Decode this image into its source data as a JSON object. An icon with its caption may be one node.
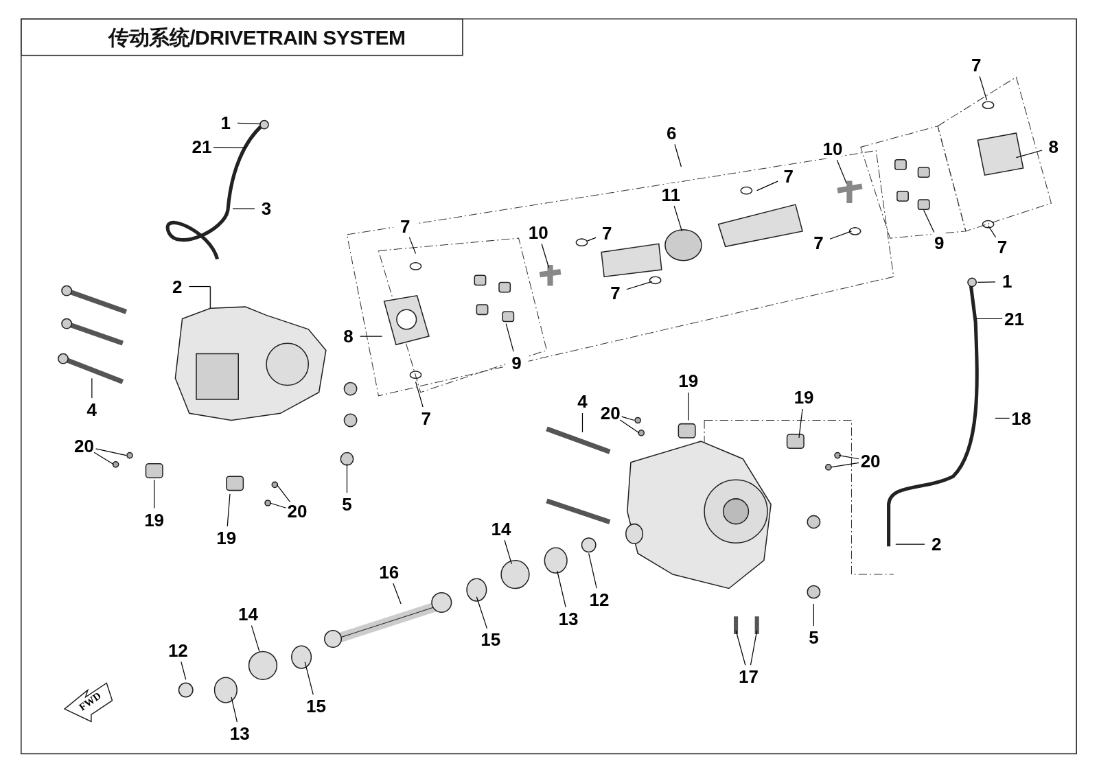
{
  "diagram": {
    "title": "传动系统/DRIVETRAIN SYSTEM",
    "nodes": [
      {
        "text": [
          "1"
        ]
      },
      {
        "text": [
          "21"
        ]
      },
      {
        "text": [
          "3"
        ]
      },
      {
        "text": [
          "2"
        ]
      },
      {
        "text": [
          "4"
        ]
      },
      {
        "text": [
          "20"
        ]
      },
      {
        "text": [
          "19"
        ]
      },
      {
        "text": [
          "19"
        ]
      },
      {
        "text": [
          "20"
        ]
      },
      {
        "text": [
          "5"
        ]
      },
      {
        "text": [
          "7"
        ]
      },
      {
        "text": [
          "8"
        ]
      },
      {
        "text": [
          "7"
        ]
      },
      {
        "text": [
          "9"
        ]
      },
      {
        "text": [
          "10"
        ]
      },
      {
        "text": [
          "7"
        ]
      },
      {
        "text": [
          "7"
        ]
      },
      {
        "text": [
          "11"
        ]
      },
      {
        "text": [
          "6"
        ]
      },
      {
        "text": [
          "7"
        ]
      },
      {
        "text": [
          "10"
        ]
      },
      {
        "text": [
          "7"
        ]
      },
      {
        "text": [
          "7"
        ]
      },
      {
        "text": [
          "8"
        ]
      },
      {
        "text": [
          "9"
        ]
      },
      {
        "text": [
          "7"
        ]
      },
      {
        "text": [
          "1"
        ]
      },
      {
        "text": [
          "21"
        ]
      },
      {
        "text": [
          "18"
        ]
      },
      {
        "text": [
          "2"
        ]
      },
      {
        "text": [
          "4"
        ]
      },
      {
        "text": [
          "20"
        ]
      },
      {
        "text": [
          "19"
        ]
      },
      {
        "text": [
          "19"
        ]
      },
      {
        "text": [
          "20"
        ]
      },
      {
        "text": [
          "5"
        ]
      },
      {
        "text": [
          "17"
        ]
      },
      {
        "text": [
          "14"
        ]
      },
      {
        "text": [
          "13"
        ]
      },
      {
        "text": [
          "12"
        ]
      },
      {
        "text": [
          "16"
        ]
      },
      {
        "text": [
          "15"
        ]
      },
      {
        "text": [
          "14"
        ]
      },
      {
        "text": [
          "15"
        ]
      },
      {
        "text": [
          "13"
        ]
      },
      {
        "text": [
          "12"
        ]
      }
    ],
    "edges": [
      {
        "from": 0,
        "to": null,
        "arrow": "none"
      },
      {
        "from": 1,
        "to": null,
        "arrow": "none"
      },
      {
        "from": 2,
        "to": null,
        "arrow": "none"
      },
      {
        "from": 3,
        "to": null,
        "arrow": "none"
      },
      {
        "from": 4,
        "to": null,
        "arrow": "none"
      },
      {
        "from": 5,
        "to": null,
        "arrow": "none"
      },
      {
        "from": 5,
        "to": null,
        "arrow": "none"
      },
      {
        "from": 6,
        "to": null,
        "arrow": "none"
      },
      {
        "from": 7,
        "to": null,
        "arrow": "none"
      },
      {
        "from": 8,
        "to": null,
        "arrow": "none"
      },
      {
        "from": 8,
        "to": null,
        "arrow": "none"
      },
      {
        "from": 9,
        "to": null,
        "arrow": "none"
      },
      {
        "from": 10,
        "to": null,
        "arrow": "none"
      },
      {
        "from": 11,
        "to": null,
        "arrow": "none"
      },
      {
        "from": 12,
        "to": null,
        "arrow": "none"
      },
      {
        "from": 13,
        "to": null,
        "arrow": "none"
      },
      {
        "from": 14,
        "to": null,
        "arrow": "none"
      },
      {
        "from": 15,
        "to": null,
        "arrow": "none"
      },
      {
        "from": 16,
        "to": null,
        "arrow": "none"
      },
      {
        "from": 17,
        "to": null,
        "arrow": "none"
      },
      {
        "from": 18,
        "to": null,
        "arrow": "none"
      },
      {
        "from": 19,
        "to": null,
        "arrow": "none"
      },
      {
        "from": 20,
        "to": null,
        "arrow": "none"
      },
      {
        "from": 21,
        "to": null,
        "arrow": "none"
      },
      {
        "from": 22,
        "to": null,
        "arrow": "none"
      },
      {
        "from": 23,
        "to": null,
        "arrow": "none"
      },
      {
        "from": 24,
        "to": null,
        "arrow": "none"
      },
      {
        "from": 25,
        "to": null,
        "arrow": "none"
      },
      {
        "from": 26,
        "to": null,
        "arrow": "none"
      },
      {
        "from": 27,
        "to": null,
        "arrow": "none"
      },
      {
        "from": 28,
        "to": null,
        "arrow": "none"
      },
      {
        "from": 29,
        "to": null,
        "arrow": "none"
      },
      {
        "from": 30,
        "to": null,
        "arrow": "none"
      },
      {
        "from": 31,
        "to": null,
        "arrow": "none"
      },
      {
        "from": 31,
        "to": null,
        "arrow": "none"
      },
      {
        "from": 32,
        "to": null,
        "arrow": "none"
      },
      {
        "from": 33,
        "to": null,
        "arrow": "none"
      },
      {
        "from": 34,
        "to": null,
        "arrow": "none"
      },
      {
        "from": 34,
        "to": null,
        "arrow": "none"
      },
      {
        "from": 35,
        "to": null,
        "arrow": "none"
      },
      {
        "from": 36,
        "to": null,
        "arrow": "none"
      },
      {
        "from": 36,
        "to": null,
        "arrow": "none"
      },
      {
        "from": 37,
        "to": null,
        "arrow": "none"
      },
      {
        "from": 38,
        "to": null,
        "arrow": "none"
      },
      {
        "from": 39,
        "to": null,
        "arrow": "none"
      },
      {
        "from": 40,
        "to": null,
        "arrow": "none"
      },
      {
        "from": 41,
        "to": null,
        "arrow": "none"
      },
      {
        "from": 42,
        "to": null,
        "arrow": "none"
      },
      {
        "from": 43,
        "to": null,
        "arrow": "none"
      },
      {
        "from": 44,
        "to": null,
        "arrow": "none"
      },
      {
        "from": 45,
        "to": null,
        "arrow": "none"
      }
    ],
    "labels": [
      "FWD"
    ]
  }
}
